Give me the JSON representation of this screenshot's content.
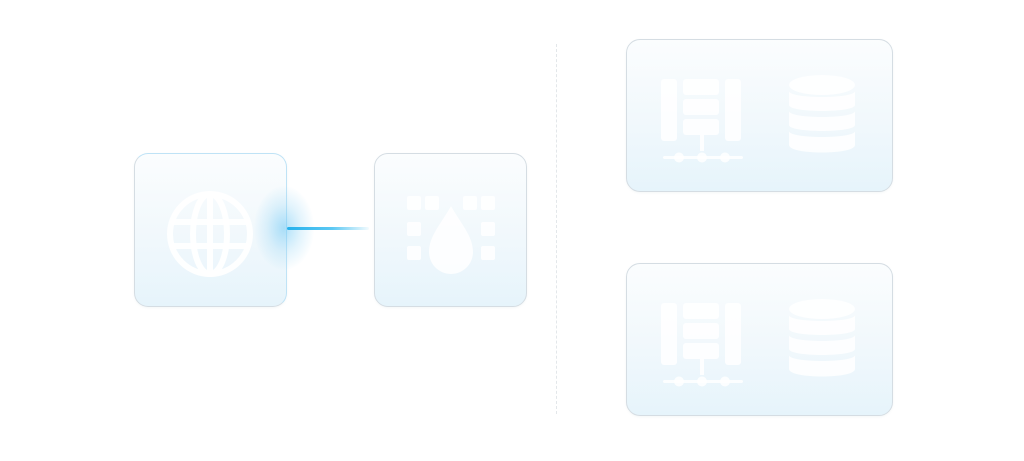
{
  "diagram": {
    "nodes": [
      {
        "id": "client",
        "icon": "globe-icon"
      },
      {
        "id": "firewall",
        "icon": "firewall-icon"
      },
      {
        "id": "server-group-1",
        "icons": [
          "server-rack-icon",
          "database-icon"
        ]
      },
      {
        "id": "server-group-2",
        "icons": [
          "server-rack-icon",
          "database-icon"
        ]
      }
    ],
    "edges": [
      {
        "from": "client",
        "to": "firewall",
        "style": "solid",
        "state": "active"
      }
    ],
    "divider": {
      "style": "dashed"
    }
  },
  "colors": {
    "accent": "#26b1ec",
    "card_border": "#d5dde3",
    "card_fill_top": "#fbfdfe",
    "card_fill_bottom": "#e6f4fb",
    "icon": "#ffffff",
    "divider": "#e3e7ea"
  }
}
